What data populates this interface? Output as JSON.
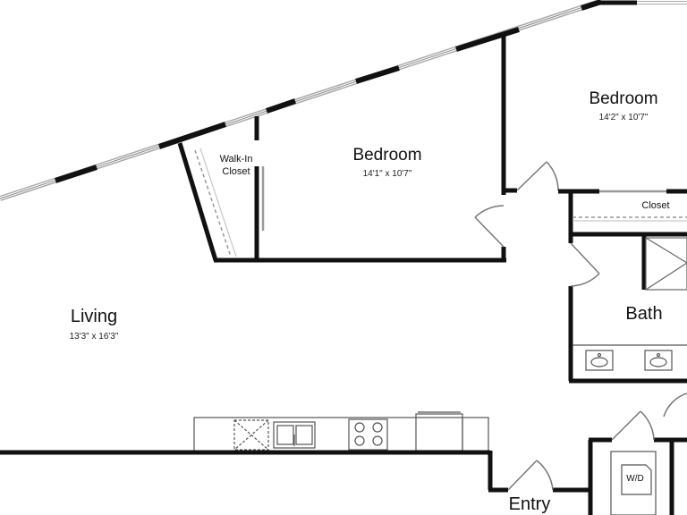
{
  "rooms": {
    "living": {
      "name": "Living",
      "dims": "13'3\" x 16'3\""
    },
    "bedroom_main": {
      "name": "Bedroom",
      "dims": "14'1\" x 10'7\""
    },
    "bedroom_right": {
      "name": "Bedroom",
      "dims": "14'2\" x 10'7\""
    },
    "walk_in_closet": {
      "line1": "Walk-In",
      "line2": "Closet"
    },
    "closet": {
      "name": "Closet"
    },
    "bath": {
      "name": "Bath"
    },
    "entry": {
      "name": "Entry"
    },
    "washer_dryer": {
      "name": "W/D"
    }
  },
  "colors": {
    "wall": "#111111",
    "window": "#888888",
    "fixture": "#555555"
  }
}
